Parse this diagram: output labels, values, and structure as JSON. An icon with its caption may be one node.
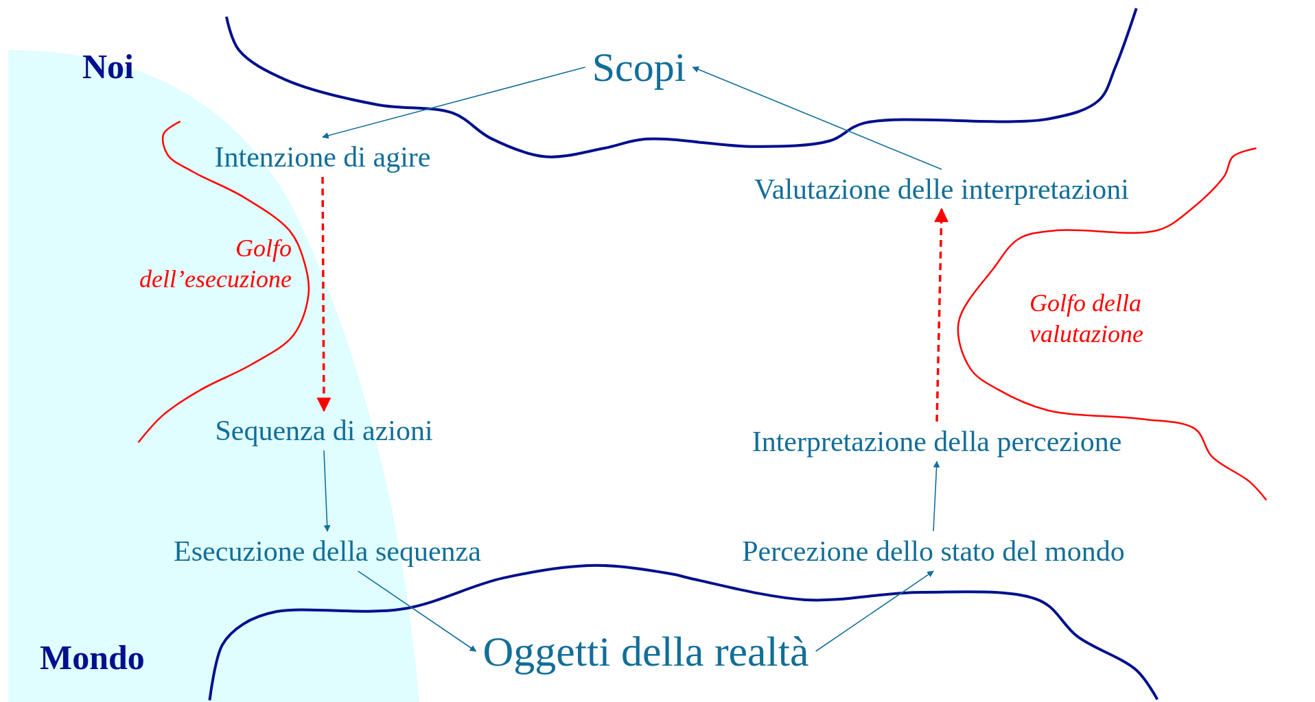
{
  "diagram": {
    "nodes": [
      {
        "text": [
          "Scopi"
        ]
      },
      {
        "text": [
          "Intenzione di agire"
        ]
      },
      {
        "text": [
          "Sequenza di azioni"
        ]
      },
      {
        "text": [
          "Esecuzione della sequenza"
        ]
      },
      {
        "text": [
          "Oggetti della realtà"
        ]
      },
      {
        "text": [
          "Percezione dello stato del mondo"
        ]
      },
      {
        "text": [
          "Interpretazione della percezione"
        ]
      },
      {
        "text": [
          "Valutazione delle interpretazioni"
        ]
      }
    ],
    "edges": [
      {
        "from": 0,
        "to": 1,
        "arrow": "to"
      },
      {
        "from": 1,
        "to": 2,
        "arrow": "to",
        "style": "dashed",
        "color": "#ff0000"
      },
      {
        "from": 2,
        "to": 3,
        "arrow": "to"
      },
      {
        "from": 3,
        "to": 4,
        "arrow": "to"
      },
      {
        "from": 4,
        "to": 5,
        "arrow": "to"
      },
      {
        "from": 5,
        "to": 6,
        "arrow": "to"
      },
      {
        "from": 6,
        "to": 7,
        "arrow": "to",
        "style": "dashed",
        "color": "#ff0000"
      },
      {
        "from": 7,
        "to": 0,
        "arrow": "to"
      }
    ],
    "labels": [
      "Noi",
      "Golfo dell’esecuzione",
      "Golfo della valutazione",
      "Mondo"
    ]
  }
}
